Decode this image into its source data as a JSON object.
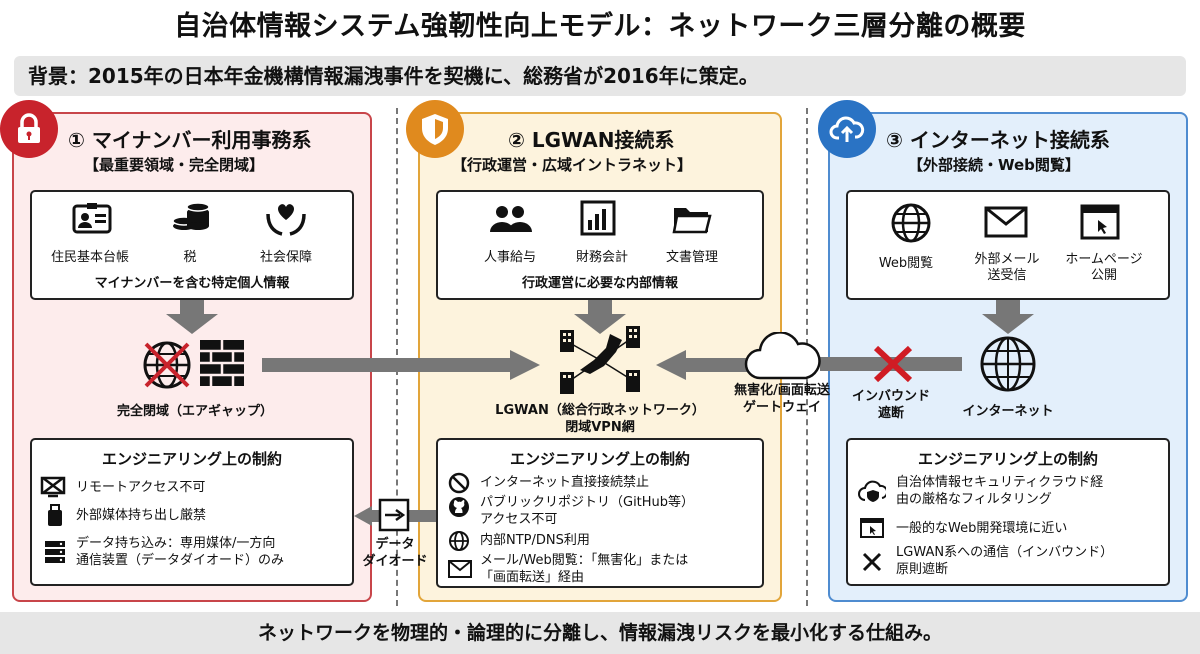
{
  "title": "自治体情報システム強靭性向上モデル：ネットワーク三層分離の概要",
  "background": "背景：2015年の日本年金機構情報漏洩事件を契機に、総務省が2016年に策定。",
  "footer": "ネットワークを物理的・論理的に分離し、情報漏洩リスクを最小化する仕組み。",
  "colors": {
    "red": "#c8232c",
    "orange": "#e08a1e",
    "blue": "#2a73c4"
  },
  "panel1": {
    "title": "① マイナンバー利用事務系",
    "subtitle": "【最重要領域・完全閉域】",
    "badge_icon": "lock-icon",
    "items": [
      {
        "icon": "id-card-icon",
        "label": "住民基本台帳"
      },
      {
        "icon": "coins-icon",
        "label": "税"
      },
      {
        "icon": "heart-hands-icon",
        "label": "社会保障"
      }
    ],
    "box_caption": "マイナンバーを含む特定個人情報",
    "node_label": "完全閉域（エアギャップ）",
    "constraints_title": "エンジニアリング上の制約",
    "constraints": [
      {
        "icon": "no-remote-icon",
        "text": "リモートアクセス不可"
      },
      {
        "icon": "usb-icon",
        "text": "外部媒体持ち出し厳禁"
      },
      {
        "icon": "server-icon",
        "text": "データ持ち込み：専用媒体/一方向\n通信装置（データダイオード）のみ"
      }
    ]
  },
  "panel2": {
    "title": "② LGWAN接続系",
    "subtitle": "【行政運営・広域イントラネット】",
    "badge_icon": "shield-icon",
    "items": [
      {
        "icon": "people-icon",
        "label": "人事給与"
      },
      {
        "icon": "bar-chart-icon",
        "label": "財務会計"
      },
      {
        "icon": "folder-icon",
        "label": "文書管理"
      }
    ],
    "box_caption": "行政運営に必要な内部情報",
    "node_label": "LGWAN（総合行政ネットワーク）\n閉域VPN網",
    "constraints_title": "エンジニアリング上の制約",
    "constraints": [
      {
        "icon": "prohibited-icon",
        "text": "インターネット直接接続禁止"
      },
      {
        "icon": "github-icon",
        "text": "パブリックリポジトリ（GitHub等）\nアクセス不可"
      },
      {
        "icon": "globe-icon",
        "text": "内部NTP/DNS利用"
      },
      {
        "icon": "mail-icon",
        "text": "メール/Web閲覧：「無害化」または\n「画面転送」経由"
      }
    ]
  },
  "panel3": {
    "title": "③ インターネット接続系",
    "subtitle": "【外部接続・Web閲覧】",
    "badge_icon": "cloud-upload-icon",
    "items": [
      {
        "icon": "globe-icon",
        "label": "Web閲覧"
      },
      {
        "icon": "mail-icon",
        "label": "外部メール\n送受信"
      },
      {
        "icon": "browser-icon",
        "label": "ホームページ\n公開"
      }
    ],
    "node_label": "インターネット",
    "constraints_title": "エンジニアリング上の制約",
    "constraints": [
      {
        "icon": "cloud-shield-icon",
        "text": "自治体情報セキュリティクラウド経\n由の厳格なフィルタリング"
      },
      {
        "icon": "browser-icon",
        "text": "一般的なWeb開発環境に近い"
      },
      {
        "icon": "x-icon",
        "text": "LGWAN系への通信（インバウンド）\n原則遮断"
      }
    ]
  },
  "gateway_label": "無害化/画面転送\nゲートウェイ",
  "inbound_label": "インバウンド\n遮断",
  "diode_label": "データ\nダイオード"
}
